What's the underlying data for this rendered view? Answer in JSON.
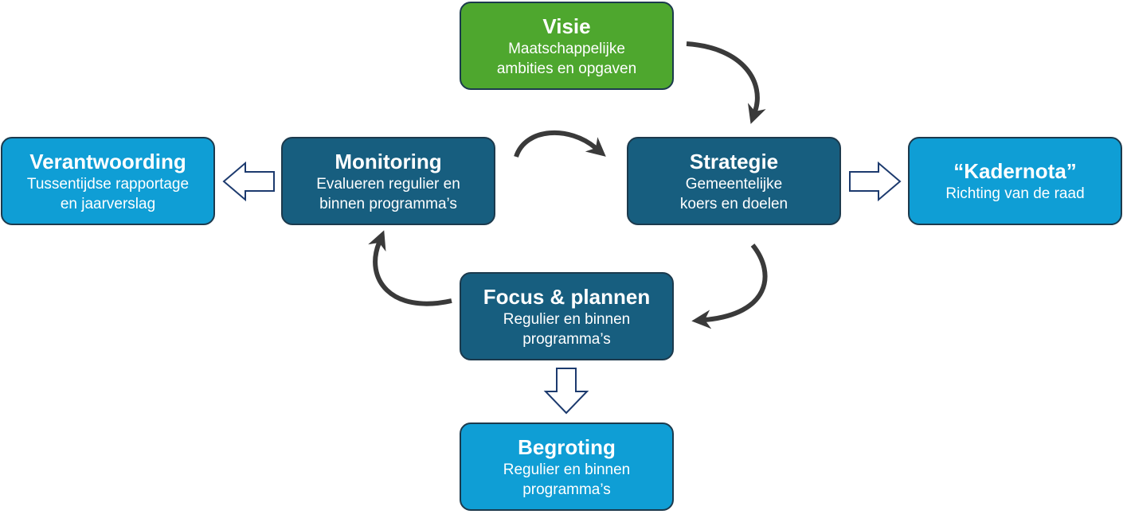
{
  "nodes": {
    "visie": {
      "title": "Visie",
      "sub": "Maatschappelijke\nambities en opgaven"
    },
    "strategie": {
      "title": "Strategie",
      "sub": "Gemeentelijke\nkoers en doelen"
    },
    "kadernota": {
      "title": "“Kadernota”",
      "sub": "Richting van de raad"
    },
    "focus": {
      "title": "Focus & plannen",
      "sub": "Regulier en binnen\nprogramma’s"
    },
    "monitoring": {
      "title": "Monitoring",
      "sub": "Evalueren regulier en\nbinnen programma’s"
    },
    "verantwoording": {
      "title": "Verantwoording",
      "sub": "Tussentijdse rapportage\nen jaarverslag"
    },
    "begroting": {
      "title": "Begroting",
      "sub": "Regulier en binnen\nprogramma’s"
    }
  },
  "colors": {
    "vision_green": "#4ea72e",
    "cycle_dark_blue": "#175e7f",
    "output_light_blue": "#0f9ed5",
    "curved_arrow": "#3a3a3a",
    "outline_arrow": "#1c3a6e"
  }
}
